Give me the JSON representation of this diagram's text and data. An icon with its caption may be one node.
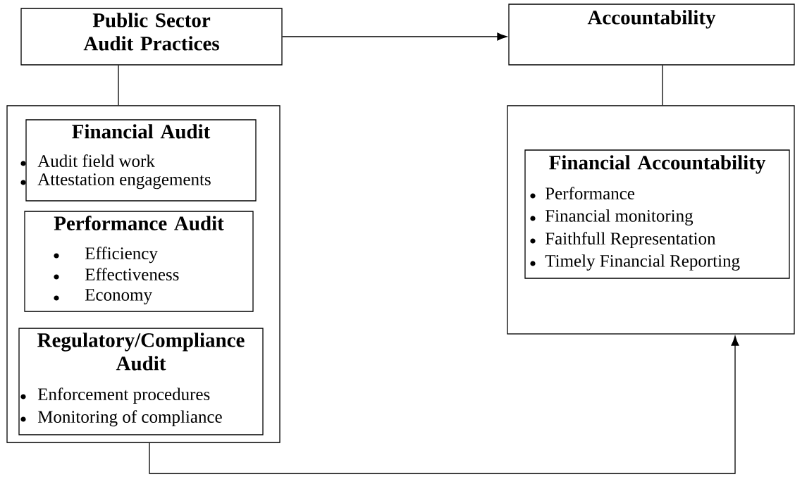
{
  "diagram": {
    "nodes": [
      {
        "text": [
          "Public Sector Audit Practices"
        ]
      },
      {
        "text": [
          "Accountability"
        ]
      },
      {
        "text": [],
        "shape": "box"
      },
      {
        "text": [
          "Financial Audit",
          "Audit field work",
          "Attestation engagements"
        ],
        "in": 2
      },
      {
        "text": [
          "Performance Audit",
          "Efficiency",
          "Effectiveness",
          "Economy"
        ],
        "in": 2
      },
      {
        "text": [
          "Regulatory/Compliance Audit",
          "Enforcement procedures",
          "Monitoring of compliance"
        ],
        "in": 2
      },
      {
        "text": [],
        "shape": "box"
      },
      {
        "text": [
          "Financial Accountability",
          "Performance",
          "Financial monitoring",
          "Faithfull Representation",
          "Timely Financial Reporting"
        ],
        "in": 6
      }
    ],
    "edges": [
      {
        "from": 0,
        "to": 1,
        "arrow": "to"
      },
      {
        "from": 0,
        "to": 2,
        "arrow": "none"
      },
      {
        "from": 1,
        "to": 6,
        "arrow": "none"
      },
      {
        "from": 2,
        "to": 6,
        "arrow": "to"
      }
    ]
  }
}
